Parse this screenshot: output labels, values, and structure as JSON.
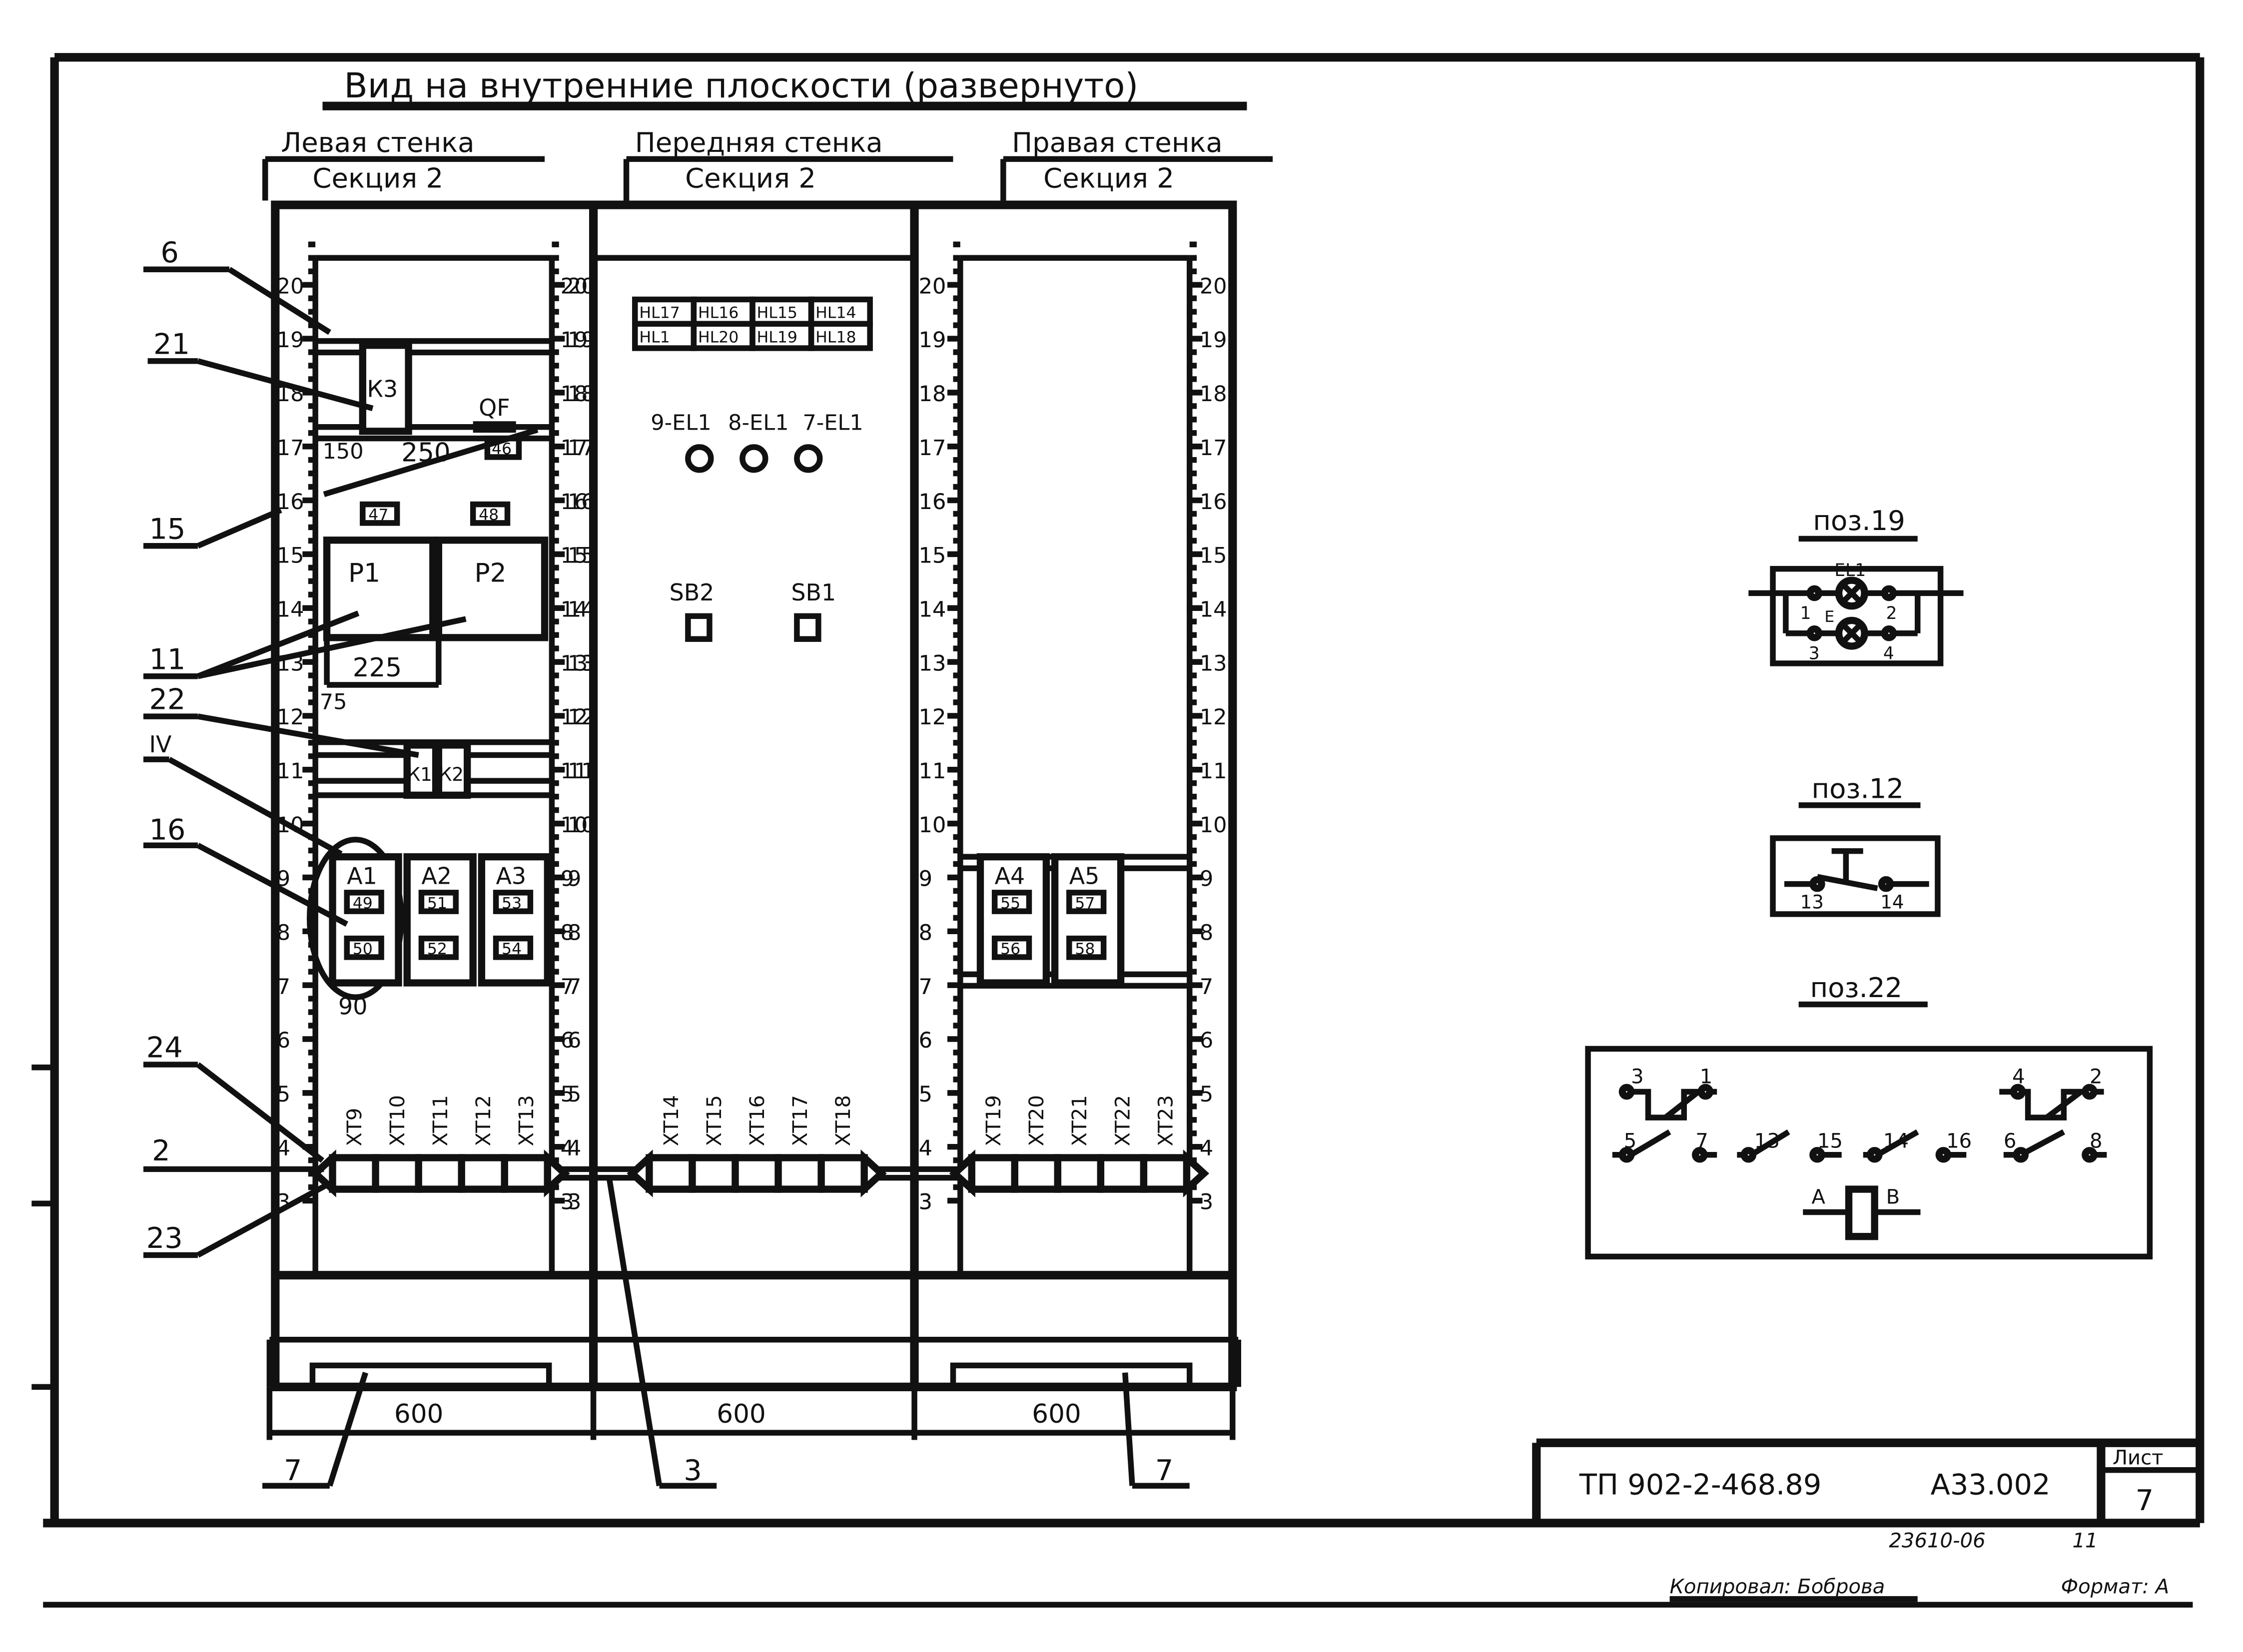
{
  "drawing": {
    "title": "Вид на внутренние плоскости (развернуто)",
    "panels": {
      "left": {
        "name": "Левая стенка",
        "section": "Секция 2"
      },
      "front": {
        "name": "Передняя стенка",
        "section": "Секция 2"
      },
      "right": {
        "name": "Правая стенка",
        "section": "Секция 2"
      }
    },
    "scale_labels": [
      "3",
      "4",
      "5",
      "6",
      "7",
      "8",
      "9",
      "10",
      "11",
      "12",
      "13",
      "14",
      "15",
      "16",
      "17",
      "18",
      "19",
      "20"
    ],
    "callouts": [
      "6",
      "21",
      "15",
      "11",
      "22",
      "IV",
      "16",
      "24",
      "2",
      "23",
      "7",
      "3",
      "7"
    ],
    "dimensions": {
      "panel_width": "600",
      "d150": "150",
      "d250": "250",
      "d225": "225",
      "d75": "75",
      "d90": "90"
    },
    "left_wall": {
      "relay_k3": "К3",
      "breaker": "QF",
      "relays": [
        "К1",
        "К2"
      ],
      "p_units": [
        "Р1",
        "Р2"
      ],
      "a_units": [
        {
          "name": "А1",
          "marks": [
            "49",
            "50"
          ]
        },
        {
          "name": "А2",
          "marks": [
            "51",
            "52"
          ]
        },
        {
          "name": "А3",
          "marks": [
            "53",
            "54"
          ]
        }
      ],
      "marks_top": [
        "46",
        "47",
        "48"
      ],
      "terminals": [
        "XT9",
        "XT10",
        "XT11",
        "XT12",
        "XT13"
      ]
    },
    "front_wall": {
      "lamp_table": [
        [
          "HL17",
          "HL16",
          "HL15",
          "HL14"
        ],
        [
          "HL1",
          "HL20",
          "HL19",
          "HL18"
        ]
      ],
      "lamps": [
        "9-EL1",
        "8-EL1",
        "7-EL1"
      ],
      "buttons": [
        "SB2",
        "SB1"
      ],
      "terminals": [
        "XT14",
        "XT15",
        "XT16",
        "XT17",
        "XT18"
      ]
    },
    "right_wall": {
      "a_units": [
        {
          "name": "А4",
          "marks": [
            "55",
            "56"
          ]
        },
        {
          "name": "А5",
          "marks": [
            "57",
            "58"
          ]
        }
      ],
      "terminals": [
        "XT19",
        "XT20",
        "XT21",
        "XT22",
        "XT23"
      ]
    },
    "details": {
      "pos19": {
        "title": "поз.19",
        "label": "EL1",
        "pins": [
          "1",
          "2",
          "3",
          "4"
        ],
        "center": "E"
      },
      "pos12": {
        "title": "поз.12",
        "pins": [
          "13",
          "14"
        ]
      },
      "pos22": {
        "title": "поз.22",
        "pins": [
          "3",
          "1",
          "4",
          "2",
          "5",
          "7",
          "13",
          "15",
          "14",
          "16",
          "6",
          "8",
          "A",
          "B"
        ]
      }
    }
  },
  "title_block": {
    "code": "ТП 902-2-468.89",
    "sheet_code": "А33.002",
    "sheet_label": "Лист",
    "sheet_number": "7"
  },
  "footer": {
    "stamp_number": "23610-06",
    "stamp_extra": "11",
    "copied_by": "Копировал: Боброва",
    "format": "Формат: А"
  }
}
